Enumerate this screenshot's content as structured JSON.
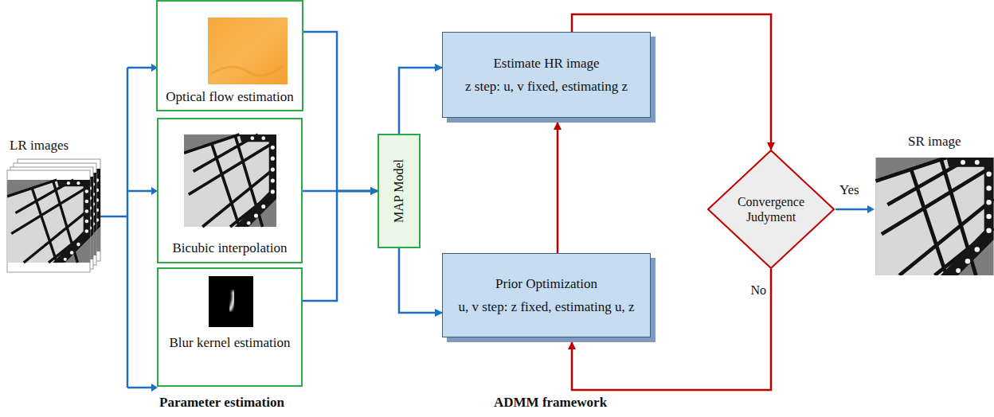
{
  "diagram": {
    "nodes": [
      {
        "text": [
          "Optical flow estimation"
        ]
      },
      {
        "text": [
          "Bicubic interpolation"
        ]
      },
      {
        "text": [
          "Blur kernel estimation"
        ]
      },
      {
        "text": [
          "MAP  Model"
        ]
      },
      {
        "text": [
          "Estimate HR image",
          "z step: u, v fixed, estimating z"
        ]
      },
      {
        "text": [
          "Prior Optimization",
          "u, v step: z fixed, estimating u, z"
        ]
      },
      {
        "text": [
          "Convergence Judyment"
        ]
      }
    ],
    "edges": [
      {
        "from": 0,
        "to": 3,
        "arrow": "to"
      },
      {
        "from": 1,
        "to": 3,
        "arrow": "to"
      },
      {
        "from": 2,
        "to": 3,
        "arrow": "to"
      },
      {
        "from": 3,
        "to": 4,
        "arrow": "to"
      },
      {
        "from": 3,
        "to": 5,
        "arrow": "to"
      },
      {
        "from": 5,
        "to": 4,
        "arrow": "to"
      },
      {
        "from": 4,
        "to": 6,
        "arrow": "to"
      },
      {
        "from": 6,
        "to": 5,
        "label": "No",
        "arrow": "to"
      }
    ],
    "labels": [
      "LR images",
      "Parameter estimation",
      "ADMM framework",
      "Yes",
      "SR image"
    ]
  }
}
